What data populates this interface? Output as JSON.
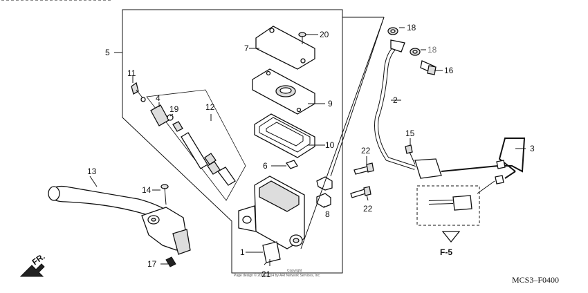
{
  "diagram": {
    "callouts": {
      "c1": "1",
      "c2": "2",
      "c3": "3",
      "c4": "4",
      "c5": "5",
      "c6": "6",
      "c7": "7",
      "c8": "8",
      "c9": "9",
      "c10": "10",
      "c11": "11",
      "c12": "12",
      "c13": "13",
      "c14": "14",
      "c15": "15",
      "c16": "16",
      "c17": "17",
      "c18a": "18",
      "c18b": "18",
      "c19": "19",
      "c20": "20",
      "c21": "21",
      "c22a": "22",
      "c22b": "22"
    },
    "direction_label": "FR.",
    "reference_label": "F-5",
    "figure_code": "MCS3–F0400",
    "copyright_line1": "Copyright",
    "copyright_line2": "Page design © 2004-2014 by ARI Network Services, Inc."
  }
}
